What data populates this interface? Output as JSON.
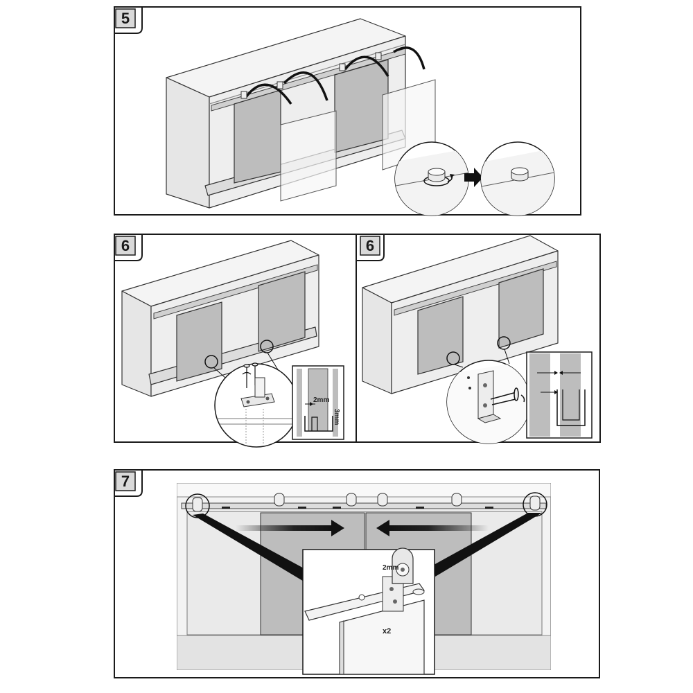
{
  "steps": [
    {
      "id": "step5",
      "label": "5"
    },
    {
      "id": "step6a",
      "label": "6"
    },
    {
      "id": "step6b",
      "label": "6"
    },
    {
      "id": "step7",
      "label": "7"
    }
  ],
  "annotations": {
    "gap_left": "2mm",
    "gap_right": "3mm",
    "roller_gap": "2mm",
    "quantity": "x2"
  },
  "colors": {
    "frame": "#1a1a1a",
    "cabinet": "#f2f2f2",
    "cabinet_shade": "#dcdcdc",
    "door_dark": "#bdbdbd",
    "door_glass": "#f7f7f7",
    "label_box": "#d9d9d9",
    "arrow": "#111111"
  },
  "icons": [
    "arrow-right-icon",
    "arrow-left-icon",
    "screw-icon",
    "bolt-icon",
    "roller-icon",
    "stopper-icon"
  ]
}
